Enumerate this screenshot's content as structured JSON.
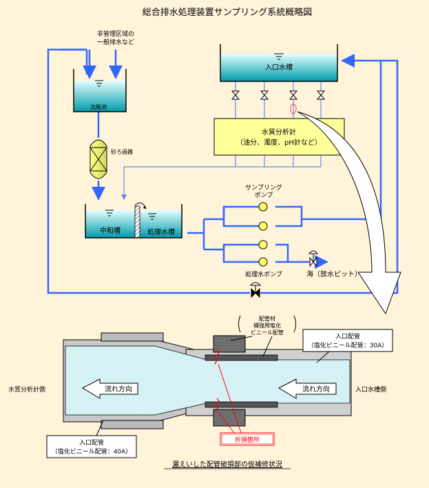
{
  "title": "総合排水処理装置サンプリング系統概略図",
  "labels": {
    "non_managed_area_line1": "非管理区域の",
    "non_managed_area_line2": "一般排水など",
    "inlet_tank": "入口水槽",
    "settling_tank": "沈殿池",
    "sand_filter": "砂ろ過器",
    "analyzer_line1": "水質分析計",
    "analyzer_line2": "（油分、濁度、pH計など）",
    "neutralization_tank": "中和槽",
    "treated_water_tank": "処理水槽",
    "sampling_pump_line1": "サンプリング",
    "sampling_pump_line2": "ポンプ",
    "treated_water_pump": "処理水ポンプ",
    "sea_outlet": "海（放水ピット）"
  },
  "detail": {
    "repair_material_line1": "配管材",
    "repair_material_line2": "補強用塩化",
    "repair_material_line3": "ビニール配管",
    "inlet_pipe_30_line1": "入口配管",
    "inlet_pipe_30_line2": "（塩化ビニール配管：30A）",
    "inlet_pipe_40_line1": "入口配管",
    "inlet_pipe_40_line2": "（塩化ビニール配管：40A）",
    "analyzer_side": "水質分析計側",
    "inlet_tank_side": "入口水槽側",
    "flow_direction_left": "流れ方向",
    "flow_direction_right": "流れ方向",
    "break_location": "折損箇所",
    "caption": "漏えいした配管破損部の仮補修状況"
  },
  "colors": {
    "background": "#fff3da",
    "pipe_blue": "#3366ff",
    "thin_pipe_blue": "#6688ee",
    "analyzer_fill": "#ffff99",
    "water_light": "#e0ffff",
    "water_dark": "#00a6b4",
    "pump_fill": "#ffff66",
    "break_red": "#ff0000",
    "pipe_gray": "#c8c8c8",
    "dark_gray": "#6e6e6e"
  }
}
